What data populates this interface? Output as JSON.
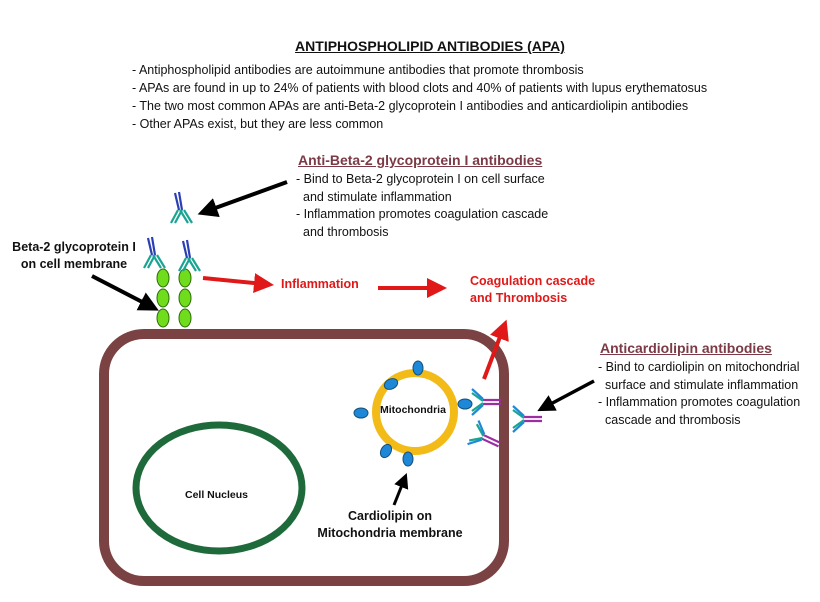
{
  "title": "ANTIPHOSPHOLIPID ANTIBODIES (APA)",
  "intro_lines": [
    "- Antiphospholipid antibodies are autoimmune antibodies that promote thrombosis",
    "- APAs are found in up to 24% of patients with blood clots and 40% of patients with lupus erythematosus",
    "- The two most common APAs are anti-Beta-2 glycoprotein I antibodies and anticardiolipin antibodies",
    "- Other APAs exist, but they are less common"
  ],
  "beta2_section": {
    "heading": "Anti-Beta-2 glycoprotein I antibodies",
    "lines": [
      "- Bind to Beta-2 glycoprotein I on cell surface",
      "  and stimulate inflammation",
      "- Inflammation promotes coagulation cascade",
      "  and thrombosis"
    ]
  },
  "acl_section": {
    "heading": "Anticardiolipin antibodies",
    "lines": [
      "- Bind to cardiolipin on mitochondrial",
      "  surface and stimulate inflammation",
      "- Inflammation promotes coagulation",
      "  cascade and thrombosis"
    ]
  },
  "labels": {
    "beta2_line1": "Beta-2 glycoprotein I",
    "beta2_line2": "on cell membrane",
    "inflammation": "Inflammation",
    "coag_line1": "Coagulation cascade",
    "coag_line2": "and Thrombosis",
    "mitochondria": "Mitochondria",
    "nucleus": "Cell Nucleus",
    "cardiolipin_line1": "Cardiolipin on",
    "cardiolipin_line2": "Mitochondria membrane"
  },
  "colors": {
    "cell_membrane": "#7a4242",
    "nucleus": "#1f6a3a",
    "mitochondria": "#f2bb17",
    "cardiolipin": "#1e88d8",
    "beta2_glycoprotein": "#6fdc1c",
    "antibody_blue": "#2b3fb5",
    "antibody_teal": "#1aa593",
    "antibody_purple": "#9b2ea3",
    "arrow_red": "#e01818",
    "heading": "#7b3a45"
  }
}
